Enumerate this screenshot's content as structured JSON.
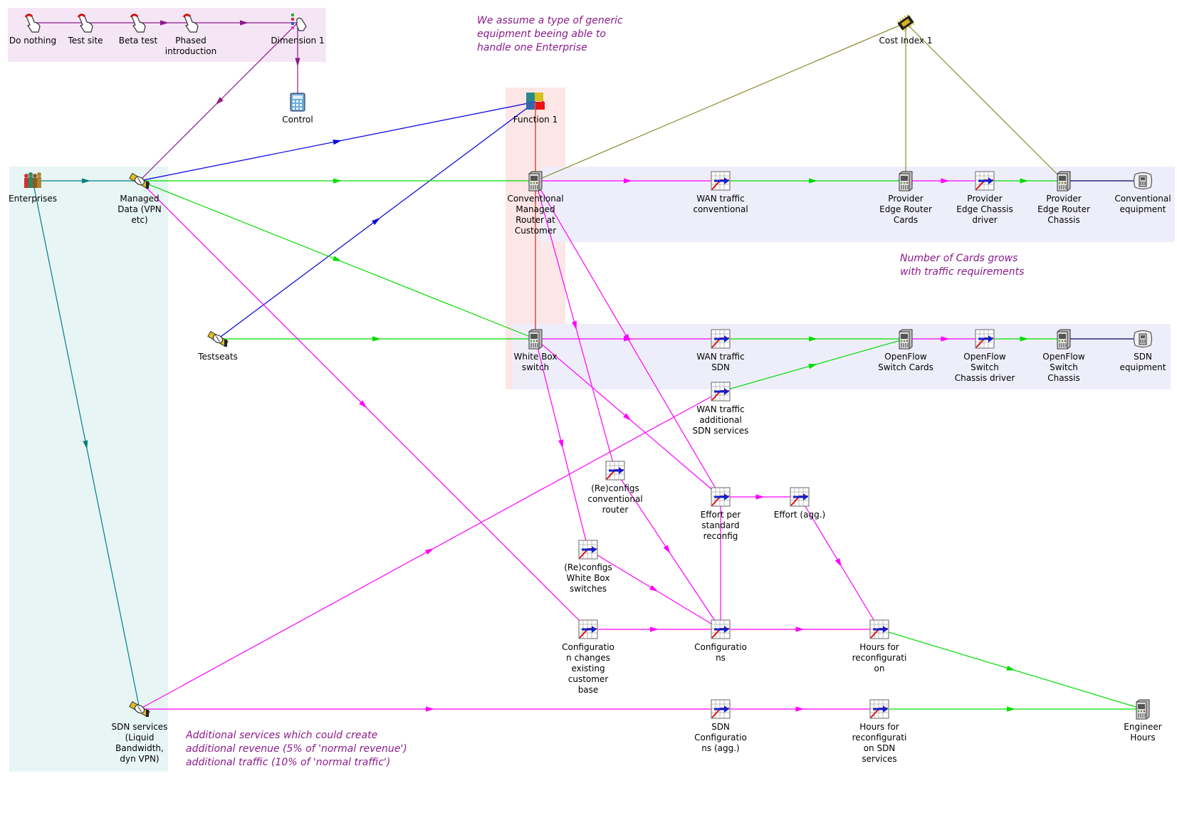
{
  "diagram": {
    "colors": {
      "purple": "#8b1a8b",
      "magenta": "#ff00ff",
      "green": "#00dd00",
      "blue": "#0000dd",
      "teal": "#008080",
      "olive": "#8a8a2e",
      "red": "#cc2222",
      "navy": "#000066",
      "region_top": "#f5e6f5",
      "region_left": "#e8f5f5",
      "region_red": "#fde6e6",
      "region_blue": "#eeeefb"
    },
    "nodes": {
      "do_nothing": {
        "label": "Do nothing",
        "icon": "pointing-hand-icon"
      },
      "test_site": {
        "label": "Test site",
        "icon": "pointing-hand-icon"
      },
      "beta_test": {
        "label": "Beta test",
        "icon": "pointing-hand-icon"
      },
      "phased": {
        "label": "Phased\nintroduction",
        "icon": "pointing-hand-icon"
      },
      "dimension1": {
        "label": "Dimension 1",
        "icon": "dimension-hand-icon"
      },
      "control": {
        "label": "Control",
        "icon": "calculator-icon"
      },
      "function1": {
        "label": "Function 1",
        "icon": "puzzle-icon"
      },
      "cost_index": {
        "label": "Cost Index 1",
        "icon": "chip-icon"
      },
      "enterprises": {
        "label": "Enterprises",
        "icon": "people-icon"
      },
      "managed_data": {
        "label": "Managed\nData (VPN\netc)",
        "icon": "handshake-icon"
      },
      "testseats": {
        "label": "Testseats",
        "icon": "handshake-icon"
      },
      "sdn_services": {
        "label": "SDN services\n(Liquid\nBandwidth,\ndyn VPN)",
        "icon": "handshake-icon"
      },
      "conv_router": {
        "label": "Conventional\nManaged\nRouter at\nCustomer",
        "icon": "equipment-rack-icon"
      },
      "white_box": {
        "label": "White Box\nswitch",
        "icon": "equipment-rack-icon"
      },
      "wan_conv": {
        "label": "WAN traffic\nconventional",
        "icon": "chart-arrow-icon"
      },
      "wan_sdn": {
        "label": "WAN traffic\nSDN",
        "icon": "chart-arrow-icon"
      },
      "wan_add": {
        "label": "WAN traffic\nadditional\nSDN services",
        "icon": "chart-arrow-icon"
      },
      "pe_cards": {
        "label": "Provider\nEdge Router\nCards",
        "icon": "equipment-rack-icon"
      },
      "pe_driver": {
        "label": "Provider\nEdge Chassis\ndriver",
        "icon": "chart-arrow-icon"
      },
      "pe_chassis": {
        "label": "Provider\nEdge Router\nChassis",
        "icon": "equipment-rack-icon"
      },
      "conv_equip": {
        "label": "Conventional\nequipment",
        "icon": "equipment-group-icon"
      },
      "of_cards": {
        "label": "OpenFlow\nSwitch Cards",
        "icon": "equipment-rack-icon"
      },
      "of_driver": {
        "label": "OpenFlow\nSwitch\nChassis driver",
        "icon": "chart-arrow-icon"
      },
      "of_chassis": {
        "label": "OpenFlow\nSwitch\nChassis",
        "icon": "equipment-rack-icon"
      },
      "sdn_equip": {
        "label": "SDN\nequipment",
        "icon": "equipment-group-icon"
      },
      "reconf_conv": {
        "label": "(Re)configs\nconventional\nrouter",
        "icon": "chart-arrow-icon"
      },
      "reconf_wb": {
        "label": "(Re)configs\nWhite Box\nswitches",
        "icon": "chart-arrow-icon"
      },
      "effort_std": {
        "label": "Effort per\nstandard\nreconfig",
        "icon": "chart-arrow-icon"
      },
      "effort_agg": {
        "label": "Effort (agg.)",
        "icon": "chart-arrow-icon"
      },
      "config_changes": {
        "label": "Configuratio\nn changes\nexisting\ncustomer\nbase",
        "icon": "chart-arrow-icon"
      },
      "configurations": {
        "label": "Configuratio\nns",
        "icon": "chart-arrow-icon"
      },
      "hours_reconf": {
        "label": "Hours for\nreconfigurati\non",
        "icon": "chart-arrow-icon"
      },
      "sdn_config_agg": {
        "label": "SDN\nConfiguratio\nns (agg.)",
        "icon": "chart-arrow-icon"
      },
      "hours_sdn": {
        "label": "Hours for\nreconfigurati\non SDN\nservices",
        "icon": "chart-arrow-icon"
      },
      "engineer_hours": {
        "label": "Engineer\nHours",
        "icon": "equipment-rack-icon"
      }
    },
    "notes": {
      "generic_equipment": "We assume a type of generic\nequipment beeing able to\nhandle one Enterprise",
      "cards_grow": "Number of Cards grows\nwith traffic requirements",
      "additional_services": "Additional services which could create\nadditional revenue (5% of 'normal revenue')\nadditional traffic (10% of 'normal traffic')"
    }
  }
}
